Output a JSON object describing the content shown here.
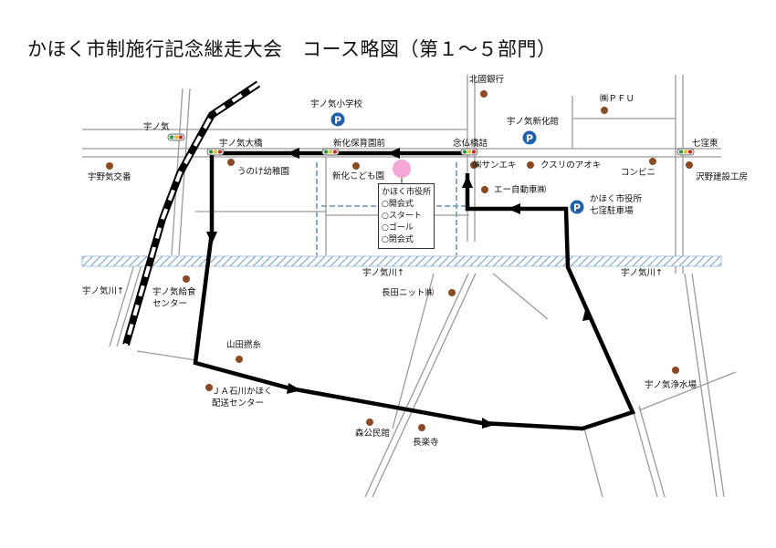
{
  "title": "かほく市制施行記念継走大会　コース略図（第１～５部門）",
  "labels": {
    "unoke": "宇ノ気",
    "unoke_ohashi": "宇ノ気大橋",
    "shinka_hoikuen": "新化保育園前",
    "nenbutsu": "念仏橋詰",
    "shichikubo_higashi": "七窪東",
    "unoke_police": "宇野気交番",
    "unoke_kindergarten": "うのけ幼稚園",
    "shinka_kodomoen": "新化こども園",
    "sanekki": "㈱サンエキ",
    "kusuri": "クスリのアオキ",
    "convenience": "コンビニ",
    "sawano": "沢野建設工房",
    "ei_jidosha": "エー自動車㈱",
    "kitaguni": "北國銀行",
    "pfu": "㈱ＰＦＵ",
    "unoke_elementary": "宇ノ気小学校",
    "unoke_shinkakan": "宇ノ気新化館",
    "parking_city": "かほく市役所\n七窪駐車場",
    "river1": "宇ノ気川↑",
    "river2": "宇ノ気川↑",
    "river3": "宇ノ気川↑",
    "kyushoku": "宇ノ気給食\nセンター",
    "nagata_knit": "長田ニット㈱",
    "yamada": "山田撚糸",
    "ja": "ＪＡ石川かほく\n配送センター",
    "mori_kominkan": "森公民館",
    "chorakuji": "長楽寺",
    "josuijo": "宇ノ気浄水場"
  },
  "legend": {
    "heading": "かほく市役所",
    "items": [
      "○開会式",
      "○スタート",
      "○ゴール",
      "○閉会式"
    ]
  },
  "parking_symbol": "P",
  "colors": {
    "route": "#000000",
    "road": "#9a9a9a",
    "river": "#7aa2c8",
    "landmark": "#8b4a22",
    "parking": "#1f5fae",
    "start_marker": "#f4a6d7"
  }
}
